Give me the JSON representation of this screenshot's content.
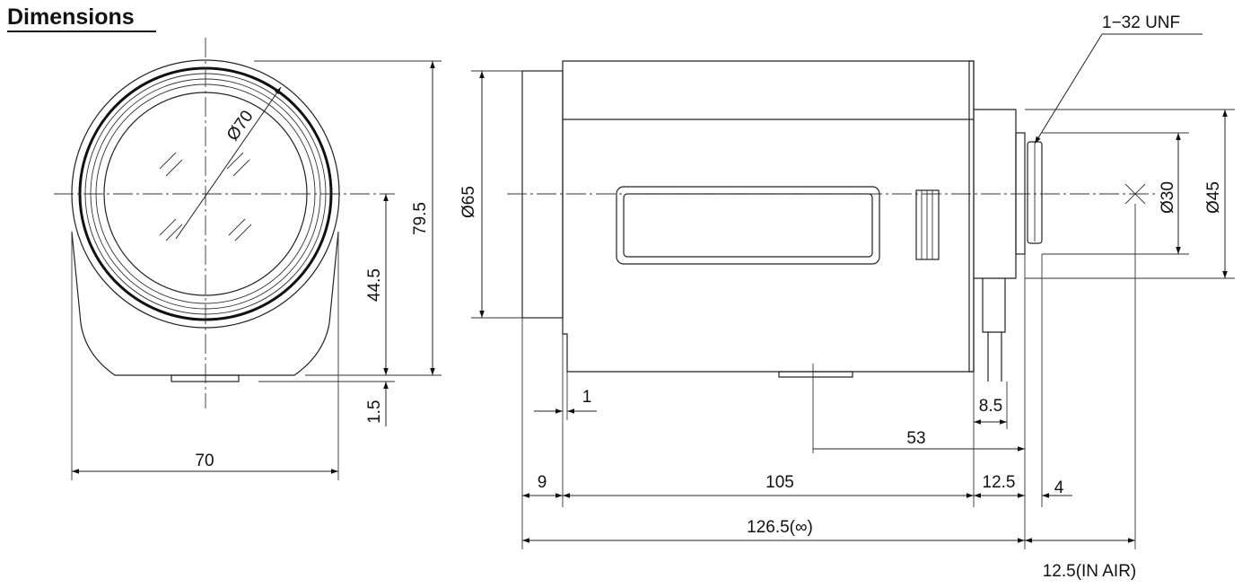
{
  "title": "Dimensions",
  "labels": {
    "diam70": "Ø70",
    "h795": "79.5",
    "h445": "44.5",
    "h15": "1.5",
    "w70": "70",
    "diam65": "Ø65",
    "thread": "1−32 UNF",
    "diam30": "Ø30",
    "diam45": "Ø45",
    "d1": "1",
    "d85": "8.5",
    "d53": "53",
    "d9": "9",
    "d105": "105",
    "d125": "12.5",
    "d4": "4",
    "total": "126.5(∞)",
    "air": "12.5(IN AIR)"
  }
}
